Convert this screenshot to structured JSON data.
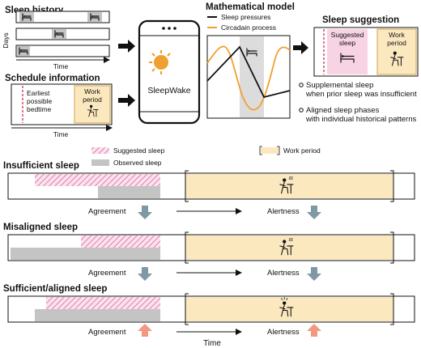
{
  "sections": {
    "sleep_history": {
      "title": "Sleep history",
      "days_label": "Days",
      "time_label": "Time"
    },
    "schedule_info": {
      "title": "Schedule information",
      "bedtime_label_1": "Earliest",
      "bedtime_label_2": "possible",
      "bedtime_label_3": "bedtime",
      "work_label_1": "Work",
      "work_label_2": "period",
      "time_label": "Time"
    },
    "phone": {
      "app_name": "SleepWake"
    },
    "model": {
      "title": "Mathematical model",
      "legend_1": "Sleep pressures",
      "legend_2": "Circadain process"
    },
    "suggestion": {
      "title": "Sleep suggestion",
      "suggested_1": "Suggested",
      "suggested_2": "sleep",
      "work_1": "Work",
      "work_2": "period",
      "bullet_1a": "Supplemental sleep",
      "bullet_1b": "when prior sleep was insufficient",
      "bullet_2a": "Aligned sleep phases",
      "bullet_2b": "with individual historical patterns"
    }
  },
  "legend": {
    "suggested": "Suggested sleep",
    "observed": "Observed sleep",
    "work": "Work period"
  },
  "scenarios": [
    {
      "title": "Insufficient sleep",
      "agreement": "Agreement",
      "alertness": "Alertness",
      "agreement_trend": "down",
      "alertness_trend": "down"
    },
    {
      "title": "Misaligned sleep",
      "agreement": "Agreement",
      "alertness": "Alertness",
      "agreement_trend": "down",
      "alertness_trend": "down"
    },
    {
      "title": "Sufficient/aligned sleep",
      "agreement": "Agreement",
      "alertness": "Alertness",
      "agreement_trend": "up",
      "alertness_trend": "up"
    }
  ],
  "time_label": "Time",
  "colors": {
    "work_fill": "#fbe8bf",
    "work_stroke": "#cfa54a",
    "suggested_stripe": "#e07cae",
    "suggested_fill": "#f8d3e4",
    "observed": "#c4c4c4",
    "arrow_down": "#7f98a6",
    "arrow_up": "#f09882",
    "sleep_pressure": "#111111",
    "circadian": "#f0a030",
    "dashed_red": "#c81e3c",
    "app_icon": "#f0a030"
  }
}
